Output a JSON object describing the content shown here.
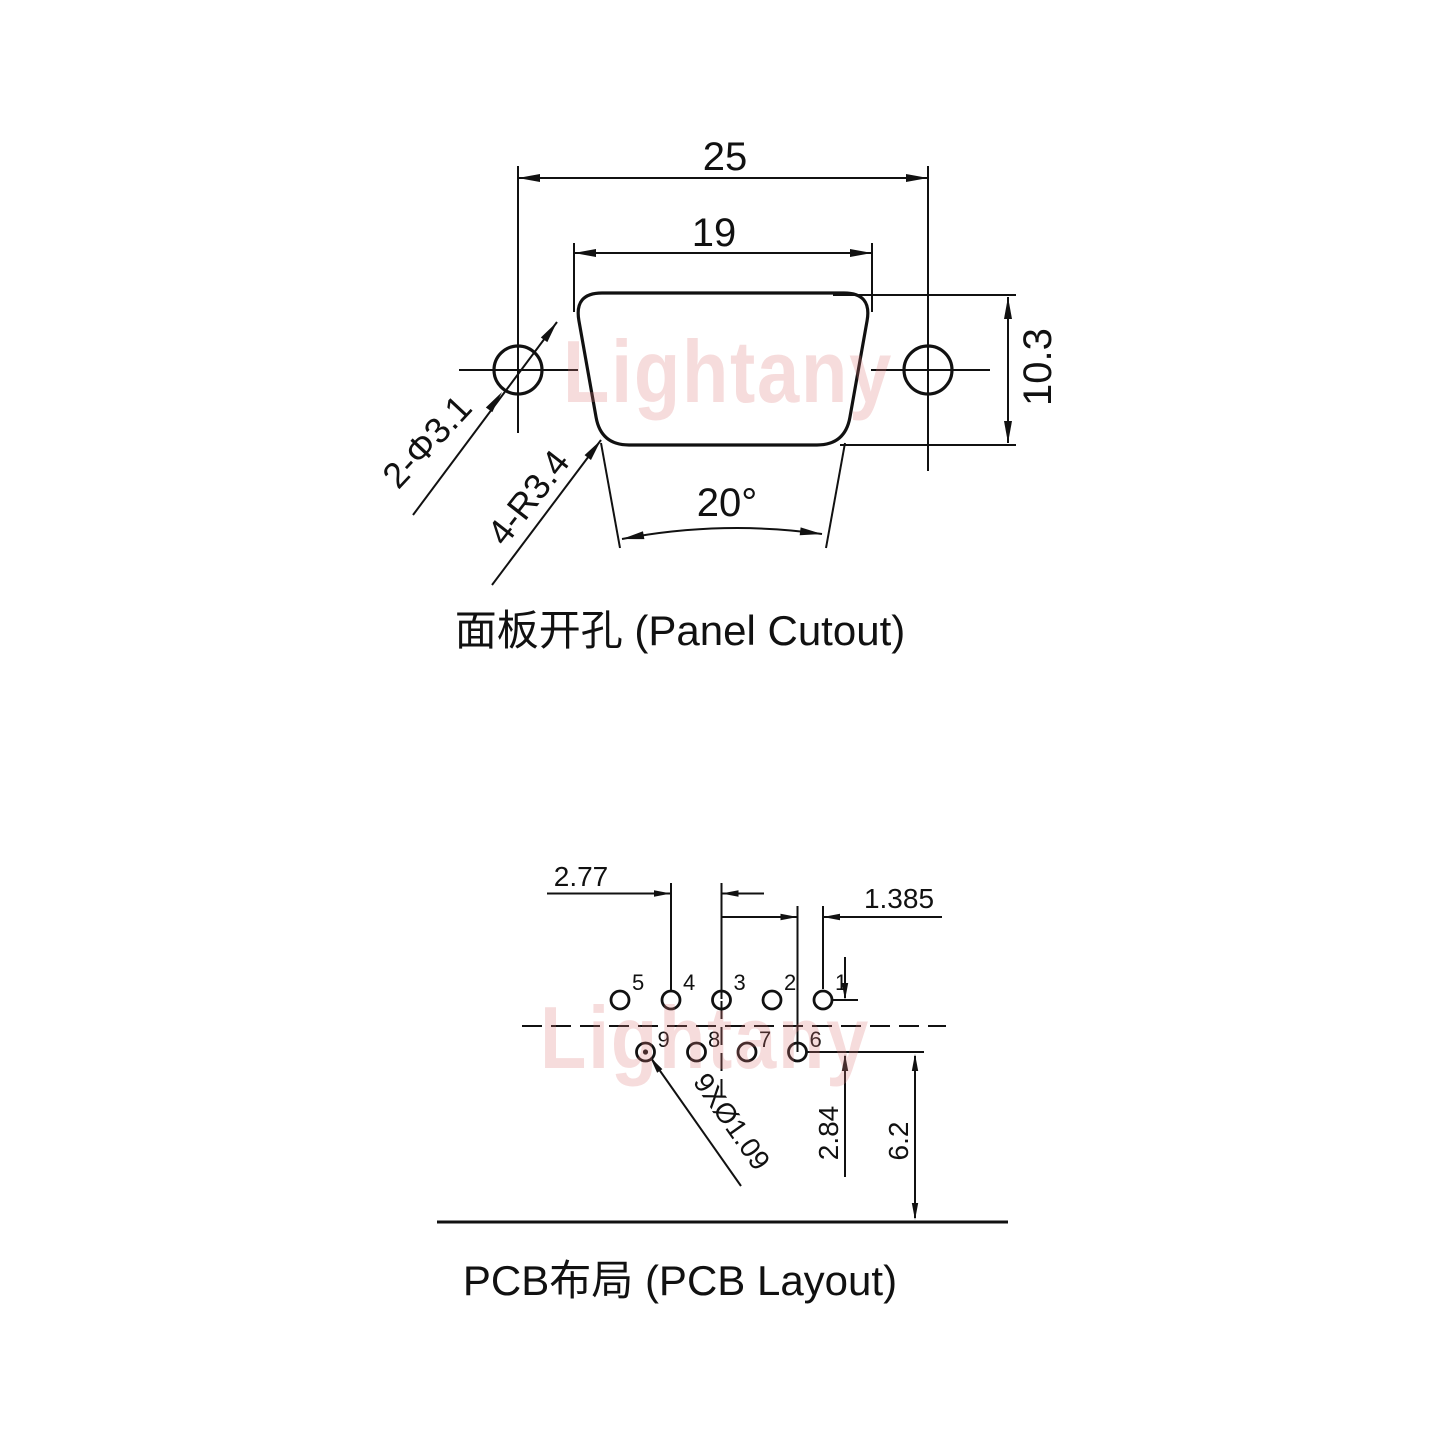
{
  "watermark": {
    "text": "Lightany",
    "color": "#dd7a7a"
  },
  "panel_cutout": {
    "caption": "面板开孔 (Panel Cutout)",
    "dim_outer_width": "25",
    "dim_inner_width": "19",
    "dim_height": "10.3",
    "dim_angle": "20°",
    "callout_holes": "2-Φ3.1",
    "callout_radius": "4-R3.4"
  },
  "pcb_layout": {
    "caption": "PCB布局 (PCB Layout)",
    "dim_pitch": "2.77",
    "dim_half_pitch": "1.385",
    "dim_row_spacing": "2.84",
    "dim_edge_distance": "6.2",
    "callout_holes": "9XØ1.09",
    "pins": {
      "top": [
        "5",
        "4",
        "3",
        "2",
        "1"
      ],
      "bottom": [
        "9",
        "8",
        "7",
        "6"
      ]
    }
  }
}
